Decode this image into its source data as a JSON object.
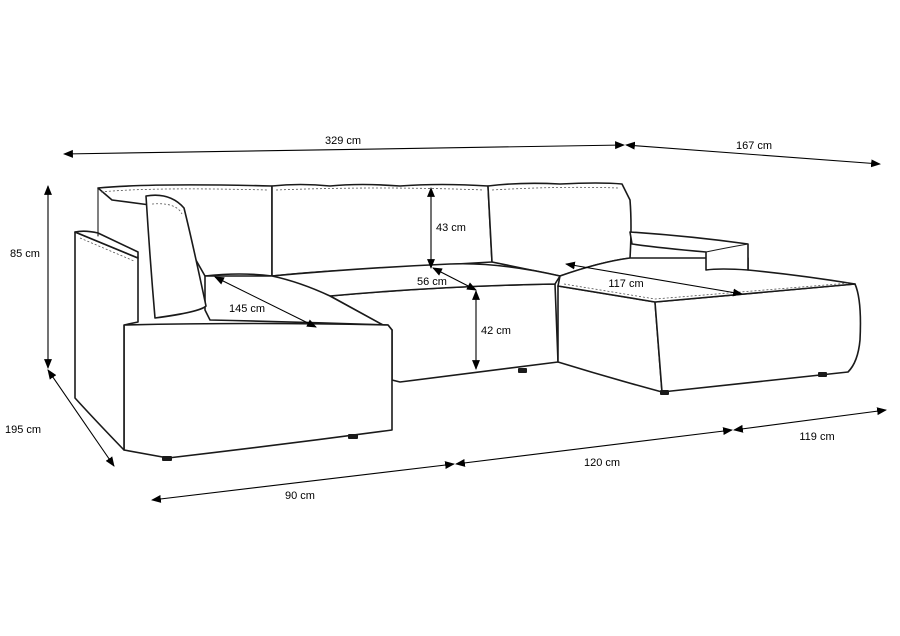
{
  "dimensions": {
    "total_width": "329 cm",
    "chaise_width": "167 cm",
    "height": "85 cm",
    "backrest_height": "43 cm",
    "seat_depth_inner": "56 cm",
    "chaise_inner_length": "117 cm",
    "left_seat_length": "145 cm",
    "seat_height": "42 cm",
    "depth": "195 cm",
    "left_module_width": "90 cm",
    "middle_module_width": "120 cm",
    "right_module_width": "119 cm"
  },
  "colors": {
    "line": "#1a1a1a",
    "background": "#ffffff"
  }
}
